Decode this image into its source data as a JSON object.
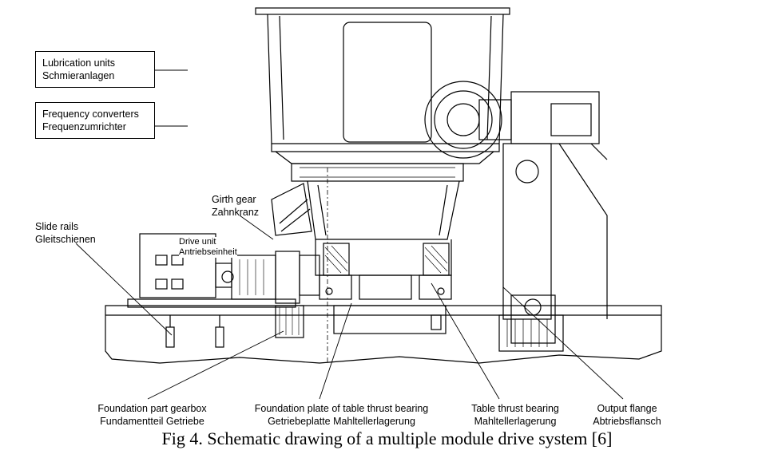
{
  "labels": {
    "lubrication": {
      "en": "Lubrication units",
      "de": "Schmieranlagen"
    },
    "frequency": {
      "en": "Frequency converters",
      "de": "Frequenzumrichter"
    },
    "girth_gear": {
      "en": "Girth gear",
      "de": "Zahnkranz"
    },
    "slide_rails": {
      "en": "Slide rails",
      "de": "Gleitschienen"
    },
    "drive_unit": {
      "en": "Drive unit",
      "de": "Antriebseinheit"
    },
    "foundation_gearbox": {
      "en": "Foundation part gearbox",
      "de": "Fundamentteil Getriebe"
    },
    "foundation_plate": {
      "en": "Foundation plate of table thrust bearing",
      "de": "Getriebeplatte Mahltellerlagerung"
    },
    "thrust_bearing": {
      "en": "Table thrust bearing",
      "de": "Mahltellerlagerung"
    },
    "output_flange": {
      "en": "Output flange",
      "de": "Abtriebsflansch"
    }
  },
  "caption": "Fig 4. Schematic drawing of a multiple module drive system [6]",
  "colors": {
    "line": "#000000",
    "background": "#ffffff",
    "hatch": "#333333"
  }
}
